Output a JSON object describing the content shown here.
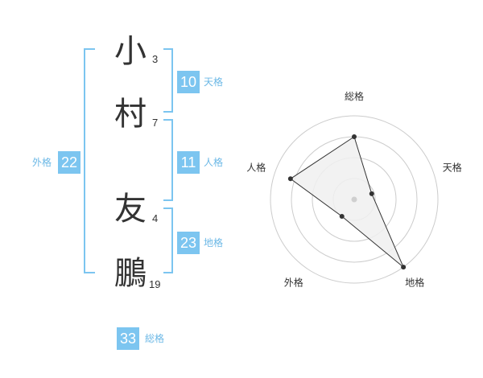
{
  "name": {
    "chars": [
      {
        "char": "小",
        "strokes": "3"
      },
      {
        "char": "村",
        "strokes": "7"
      },
      {
        "char": "友",
        "strokes": "4"
      },
      {
        "char": "鵬",
        "strokes": "19"
      }
    ]
  },
  "fortunes": {
    "tenkaku": {
      "value": "10",
      "label": "天格"
    },
    "jinkaku": {
      "value": "11",
      "label": "人格"
    },
    "chikaku": {
      "value": "23",
      "label": "地格"
    },
    "gaikaku": {
      "value": "22",
      "label": "外格"
    },
    "soukaku": {
      "value": "33",
      "label": "総格"
    }
  },
  "chart_data": {
    "type": "radar",
    "axes": [
      "総格",
      "天格",
      "地格",
      "外格",
      "人格"
    ],
    "values": [
      0.75,
      0.22,
      1.0,
      0.25,
      0.8
    ],
    "max": 1,
    "rings": 4
  },
  "colors": {
    "accent": "#7cc5f0",
    "accent_text": "#6cb8e6",
    "text": "#333333",
    "grid": "#cccccc",
    "radar_fill": "#f0f0f0",
    "radar_line": "#333333",
    "center_dot": "#cfcfcf"
  }
}
